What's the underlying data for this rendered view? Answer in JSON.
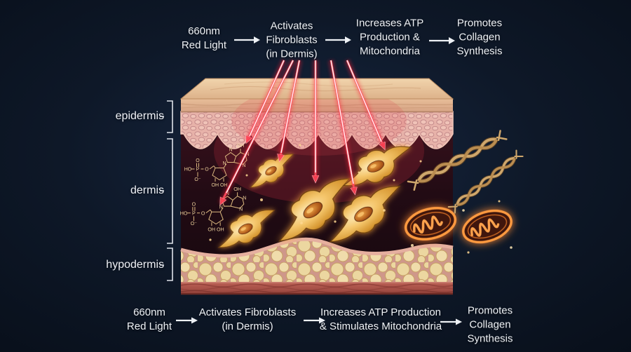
{
  "colors": {
    "background": "#0e1828",
    "beam_red": "#ff3348",
    "fibroblast_gold": "#f6c86d",
    "mitochondria_orange": "#ff9a40",
    "text": "#eef1f5"
  },
  "top_flow": {
    "steps": [
      {
        "label": "660nm\nRed Light"
      },
      {
        "label": "Activates\nFibroblasts\n(in Dermis)"
      },
      {
        "label": "Increases ATP\nProduction &\nMitochondria"
      },
      {
        "label": "Promotes\nCollagen\nSynthesis"
      }
    ]
  },
  "bottom_flow": {
    "steps": [
      {
        "label": "660nm\nRed Light"
      },
      {
        "label": "Activates Fibroblasts\n(in Dermis)"
      },
      {
        "label": "Increases ATP Production\n& Stimulates Mitochondria"
      },
      {
        "label": "Promotes\nCollagen\nSynthesis"
      }
    ]
  },
  "skin_layer_labels": {
    "epidermis": "epidermis",
    "dermis": "dermis",
    "hypodermis": "hypodermis"
  },
  "molecule_labels": {
    "ho": "HO",
    "p": "P",
    "o_double": "O",
    "o_minus": "O⁻",
    "o_bridge": "O",
    "oh_top": "OH",
    "n1": "N",
    "n2": "N",
    "n3": "N",
    "n4": "N",
    "oh_pair": "OH OH"
  }
}
